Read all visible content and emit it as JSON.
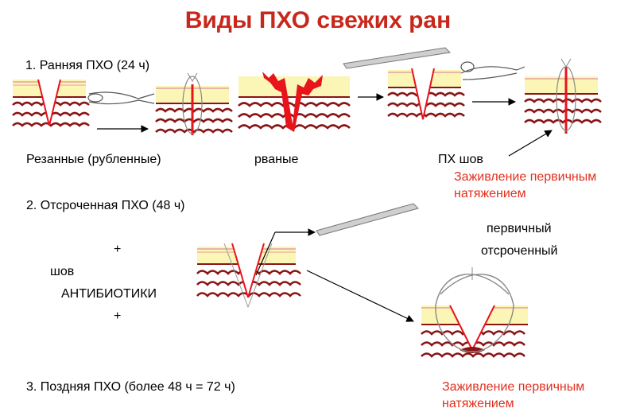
{
  "title": "Виды ПХО свежих ран",
  "colors": {
    "title": "#c8281c",
    "wound": "#e8141c",
    "fat": "#fbf6b6",
    "tissue": "#8a1414",
    "arrow": "#000000",
    "red_text": "#e0301e"
  },
  "icons": [
    "scalpel-icon",
    "needle-holder-icon",
    "suture-icon"
  ],
  "sections": {
    "early": {
      "label": "1. Ранняя ПХО  (24 ч)"
    },
    "delayed": {
      "label": "2. Отсроченная ПХО (48 ч)"
    },
    "late": {
      "label": "3. Поздняя    ПХО (более 48 ч =  72 ч)"
    }
  },
  "wound_types": {
    "cut": "Резанные (рубленные)",
    "torn": "рваные",
    "primary_suture": "ПХ шов"
  },
  "healing": {
    "top": [
      "Заживление первичным",
      "натяжением"
    ],
    "bottom": [
      "Заживление первичным",
      "натяжением"
    ]
  },
  "treatment": {
    "plus_top": "+",
    "suture": "шов",
    "antibiotics": "АНТИБИОТИКИ",
    "plus_bottom": "+"
  },
  "suture_kinds": {
    "primary": "первичный",
    "delayed": "отсроченный"
  }
}
